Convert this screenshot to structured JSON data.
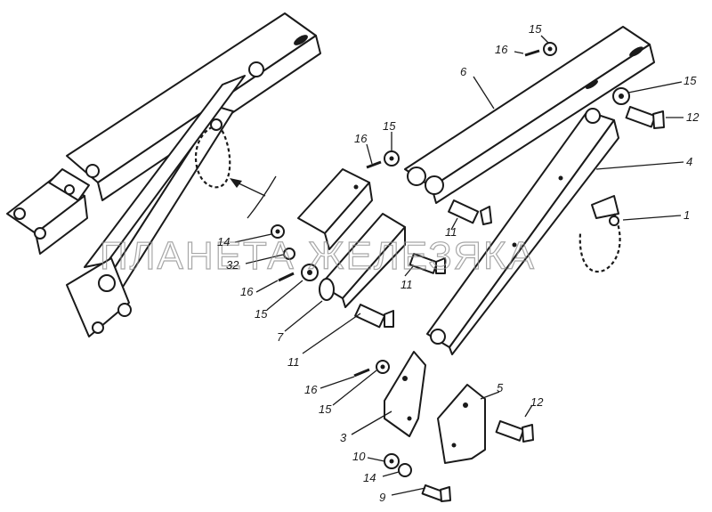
{
  "watermark": "ПЛАНЕТА ЖЕЛЕЗЯКА",
  "colors": {
    "ink": "#1a1a1a",
    "background": "#ffffff",
    "watermark": "#8a8a8a"
  },
  "callouts": [
    "15",
    "16",
    "6",
    "15",
    "12",
    "16",
    "15",
    "4",
    "1",
    "14",
    "32",
    "11",
    "11",
    "16",
    "15",
    "7",
    "11",
    "16",
    "15",
    "5",
    "12",
    "3",
    "10",
    "14",
    "9"
  ]
}
